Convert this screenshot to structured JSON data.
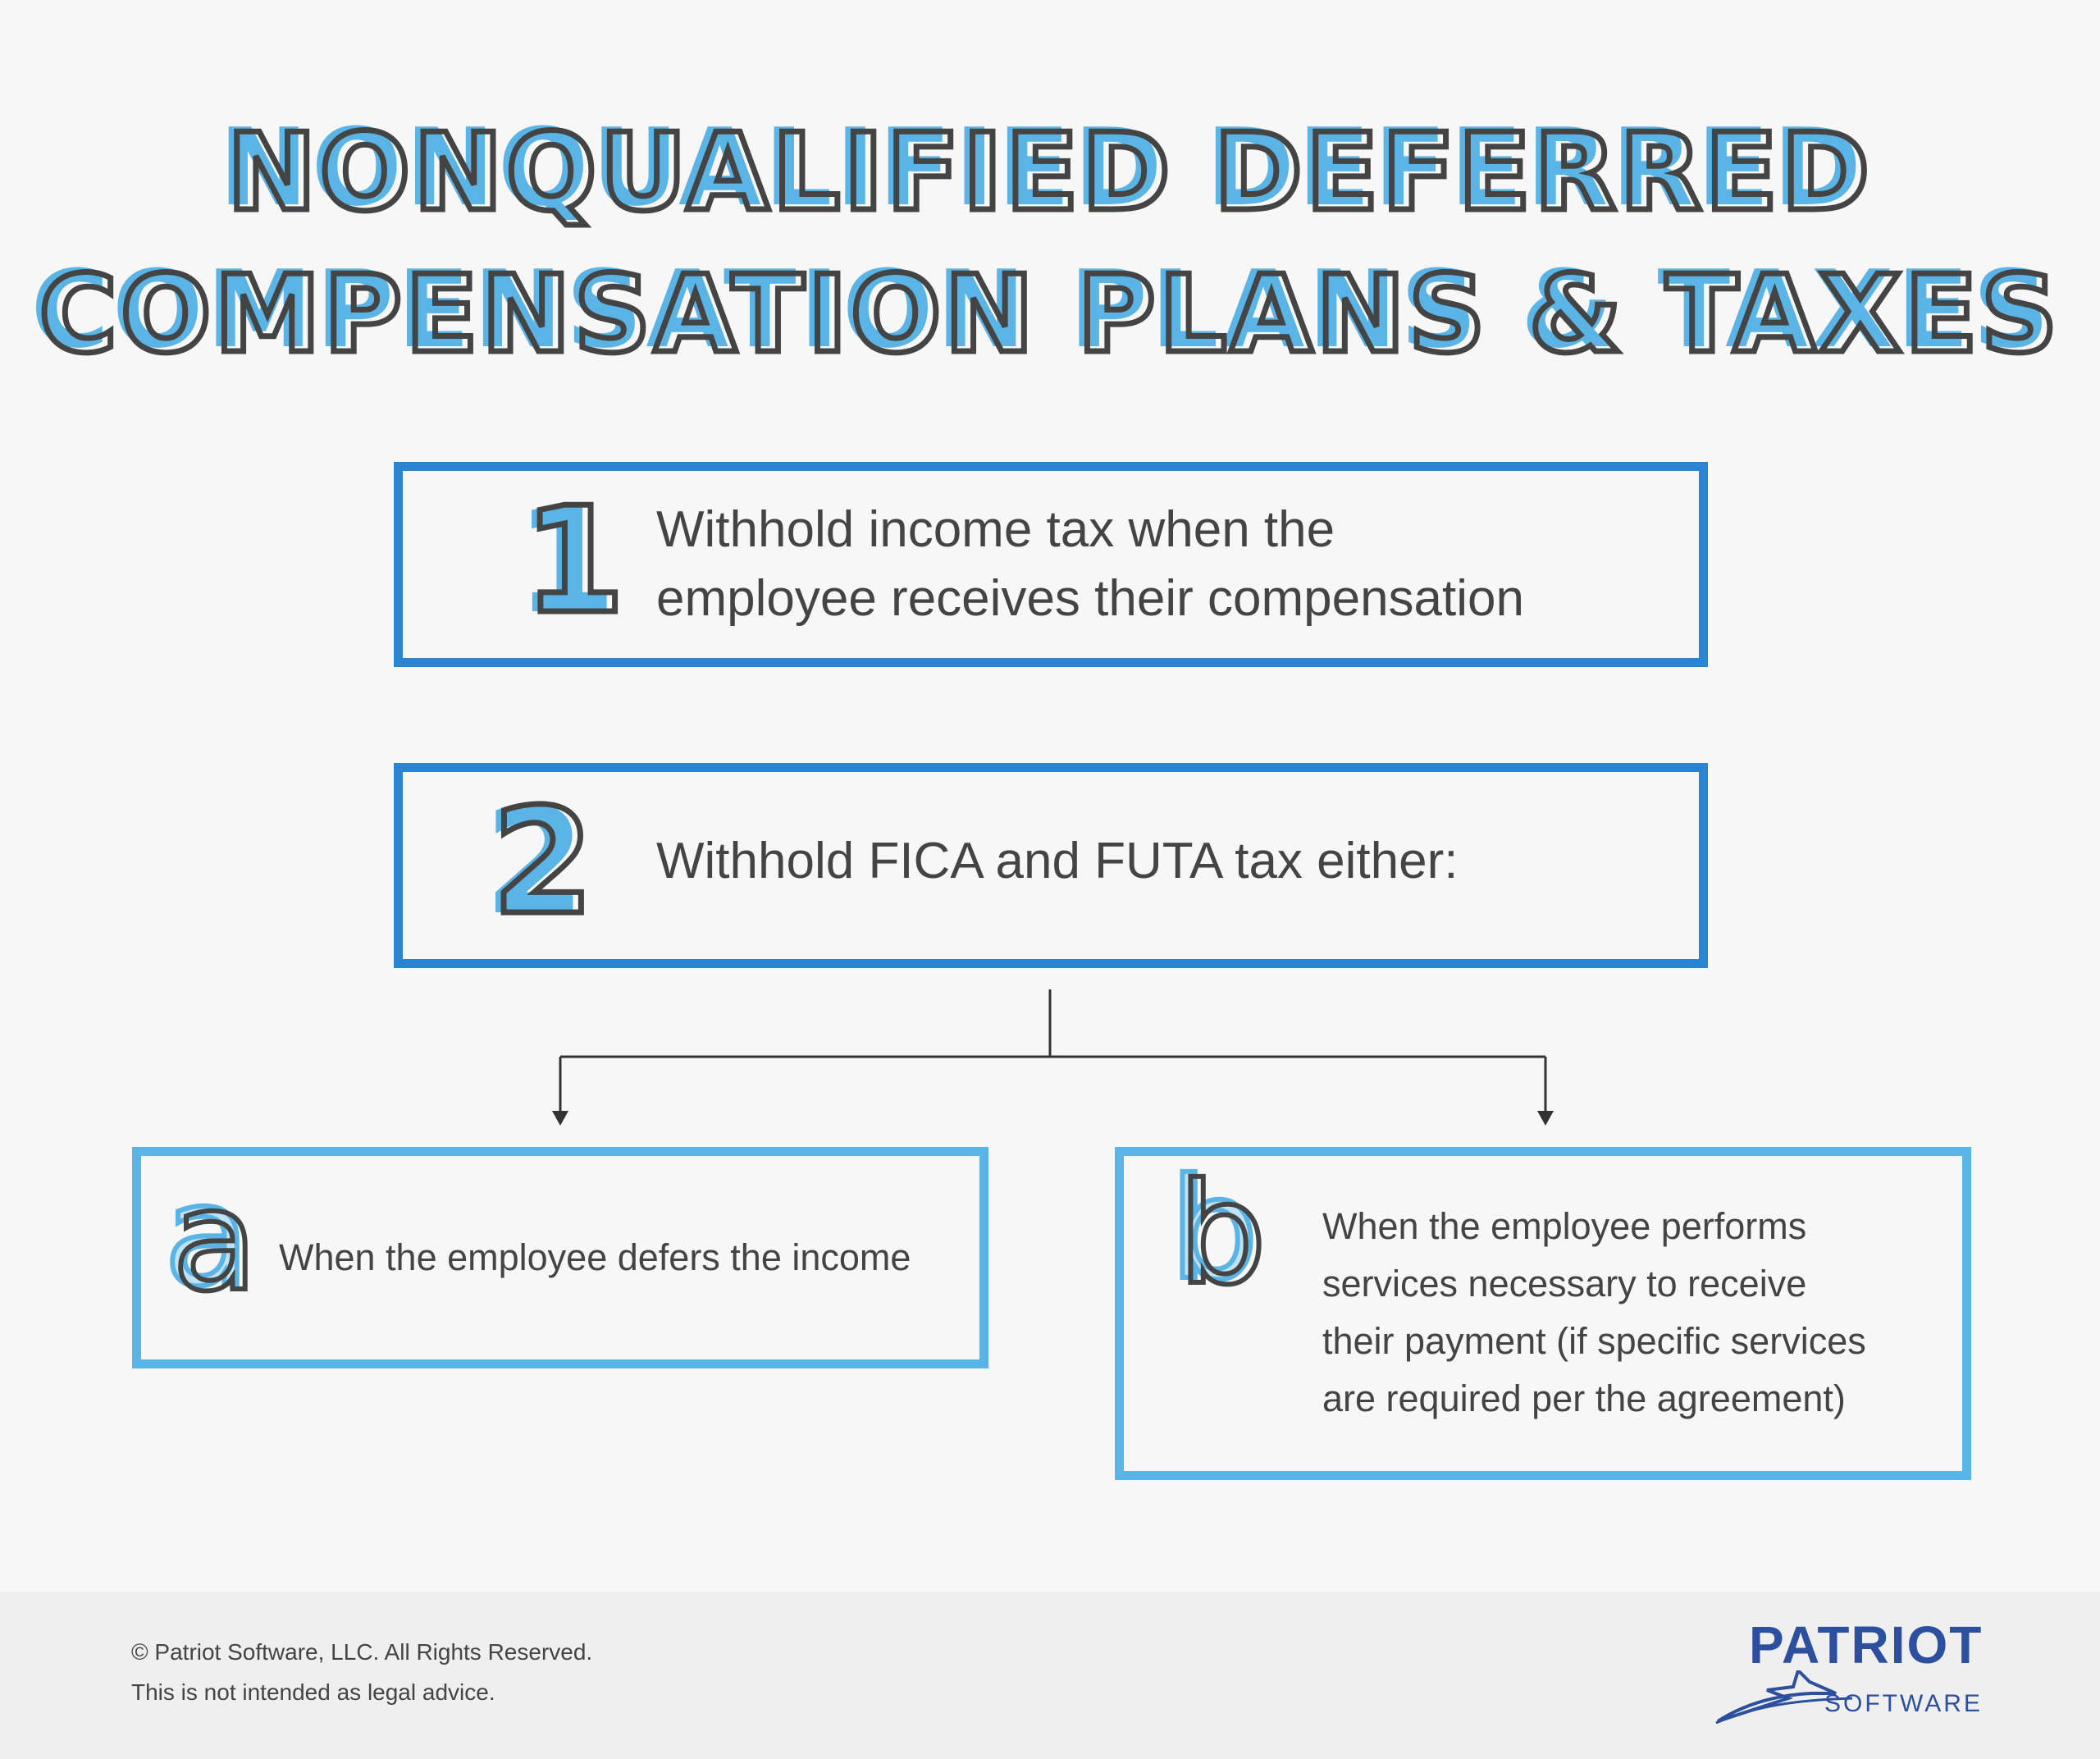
{
  "title": {
    "line1": "NONQUALIFIED DEFERRED",
    "line2": "COMPENSATION PLANS & TAXES"
  },
  "steps": [
    {
      "number": "1",
      "text_line1": "Withhold income tax when the",
      "text_line2": "employee receives their compensation"
    },
    {
      "number": "2",
      "text_line1": "Withhold FICA and FUTA tax either:"
    }
  ],
  "options": [
    {
      "letter": "a",
      "text_line1": "When the employee defers the income"
    },
    {
      "letter": "b",
      "text_line1": "When the employee performs",
      "text_line2": "services necessary to receive",
      "text_line3": "their payment (if specific services",
      "text_line4": "are required per the agreement)"
    }
  ],
  "footer": {
    "copyright": "© Patriot Software, LLC. All Rights Reserved.",
    "disclaimer": "This is not intended as legal advice."
  },
  "logo": {
    "name": "PATRIOT",
    "sub": "SOFTWARE"
  },
  "colors": {
    "background": "#f7f7f7",
    "accent_dark": "#2b84d2",
    "accent_light": "#5ab4e5",
    "text": "#444444",
    "brand": "#2c4f9e"
  }
}
